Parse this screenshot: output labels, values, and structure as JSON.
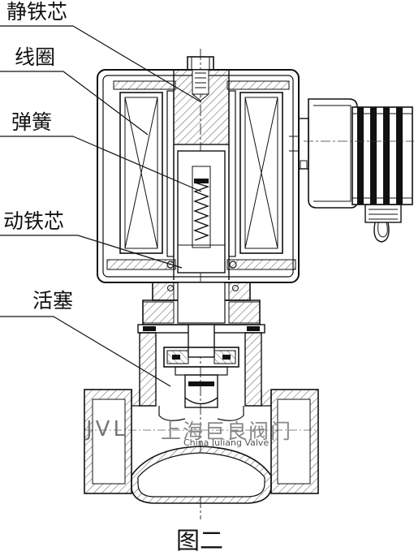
{
  "labels": {
    "static_core": "静铁芯",
    "coil": "线圈",
    "spring": "弹簧",
    "moving_core": "动铁芯",
    "piston": "活塞"
  },
  "caption": "图二",
  "watermark": {
    "logo_text": "JVL",
    "brand_cn": "上海巨良阀门",
    "brand_en": "China Juliang Valve"
  }
}
